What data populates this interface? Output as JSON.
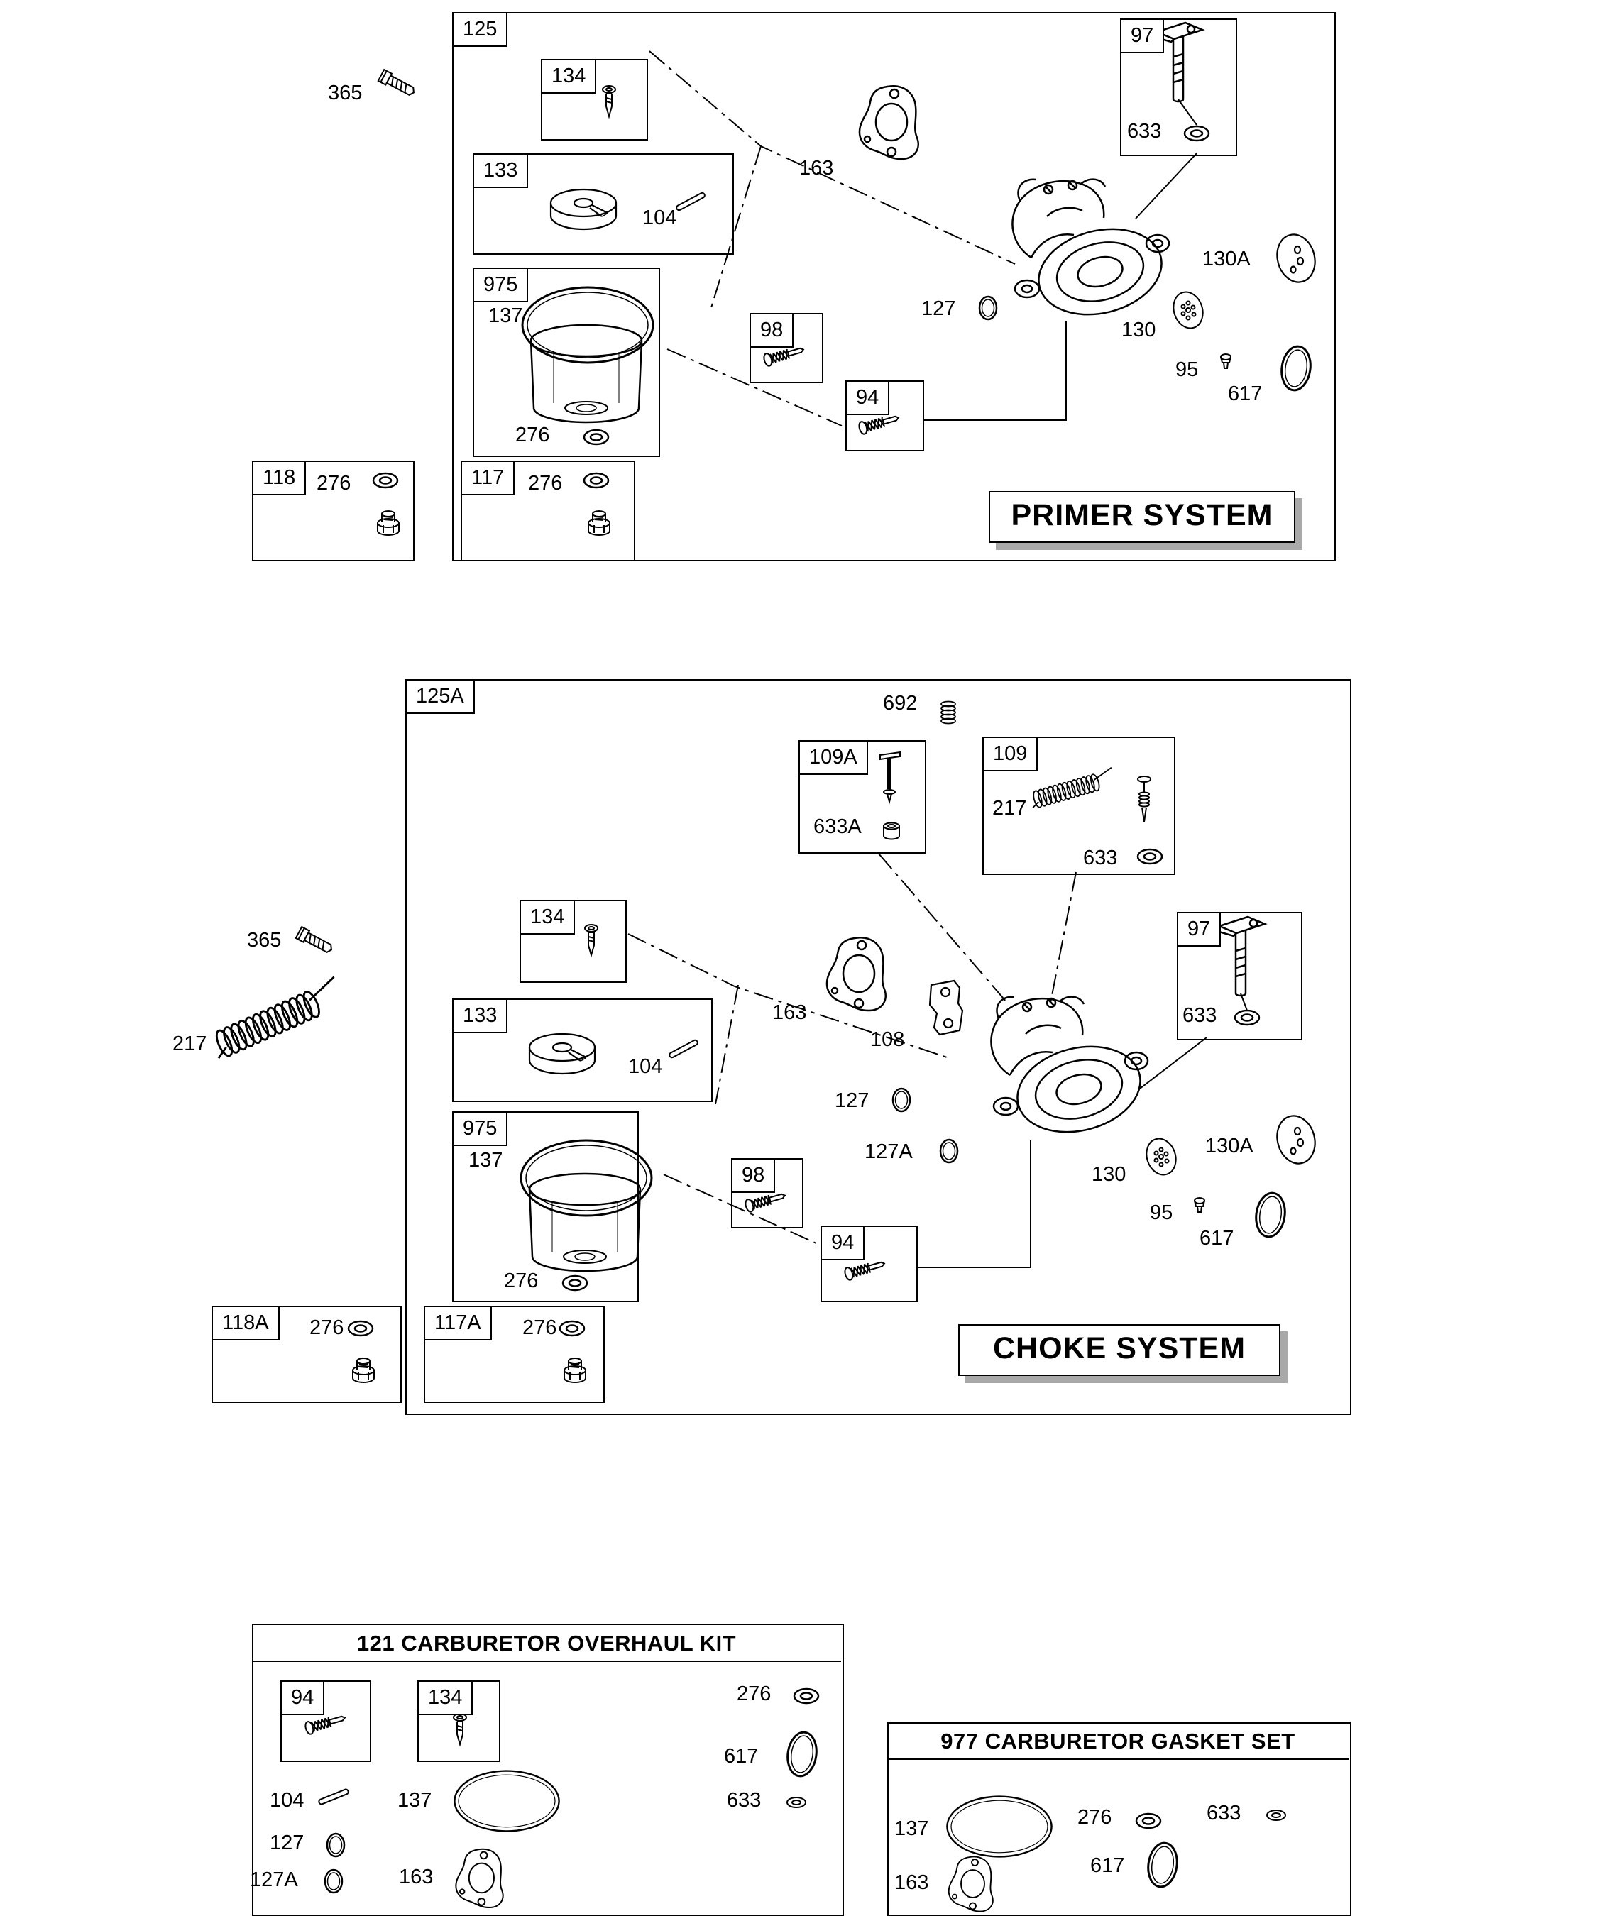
{
  "primer": {
    "tag": "125",
    "title": "PRIMER SYSTEM",
    "p365": "365",
    "p134": "134",
    "p133": "133",
    "p104": "104",
    "p975": "975",
    "p137": "137",
    "p276a": "276",
    "p98": "98",
    "p94": "94",
    "p97": "97",
    "p633": "633",
    "p163": "163",
    "p127": "127",
    "p130": "130",
    "p130A": "130A",
    "p95": "95",
    "p617": "617",
    "p118": "118",
    "p118_276": "276",
    "p117": "117",
    "p117_276": "276"
  },
  "choke": {
    "tag": "125A",
    "title": "CHOKE SYSTEM",
    "p692": "692",
    "p109A": "109A",
    "p633A": "633A",
    "p109": "109",
    "p109_217": "217",
    "p109_633": "633",
    "p365": "365",
    "p217": "217",
    "p134": "134",
    "p133": "133",
    "p104": "104",
    "p975": "975",
    "p137": "137",
    "p276a": "276",
    "p98": "98",
    "p94": "94",
    "p163": "163",
    "p108": "108",
    "p127": "127",
    "p127A": "127A",
    "p130": "130",
    "p130A": "130A",
    "p95": "95",
    "p617": "617",
    "p97": "97",
    "p633": "633",
    "p118A": "118A",
    "p118A_276": "276",
    "p117A": "117A",
    "p117A_276": "276"
  },
  "overhaul": {
    "title": "121 CARBURETOR OVERHAUL KIT",
    "p94": "94",
    "p134": "134",
    "p276": "276",
    "p617": "617",
    "p633": "633",
    "p104": "104",
    "p137": "137",
    "p127": "127",
    "p127A": "127A",
    "p163": "163"
  },
  "gasket_set": {
    "title": "977 CARBURETOR GASKET SET",
    "p137": "137",
    "p276": "276",
    "p633": "633",
    "p617": "617",
    "p163": "163"
  },
  "colors": {
    "line": "#000000",
    "shadow": "#a9a9a9",
    "background": "#ffffff"
  }
}
